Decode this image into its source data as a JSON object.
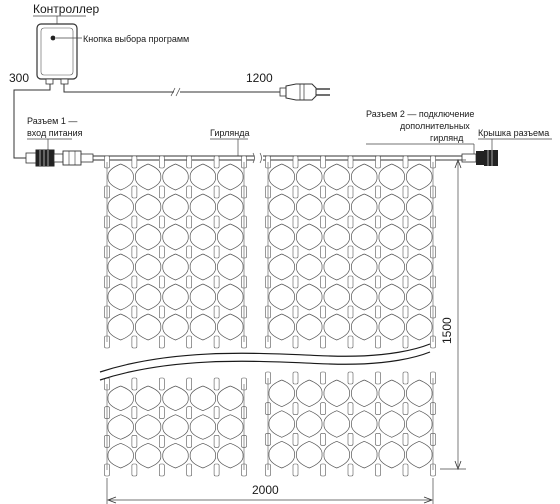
{
  "labels": {
    "controller": "Контроллер",
    "program_button": "Кнопка выбора программ",
    "len_300": "300",
    "len_1200": "1200",
    "connector1_line1": "Разъем 1 —",
    "connector1_line2": "вход питания",
    "garland": "Гирлянда",
    "connector2_line1": "Разъем 2 — подключение",
    "connector2_line2": "дополнительных",
    "connector2_line3": "гирлянд",
    "cap": "Крышка разъема",
    "height": "1500",
    "width": "2000"
  }
}
